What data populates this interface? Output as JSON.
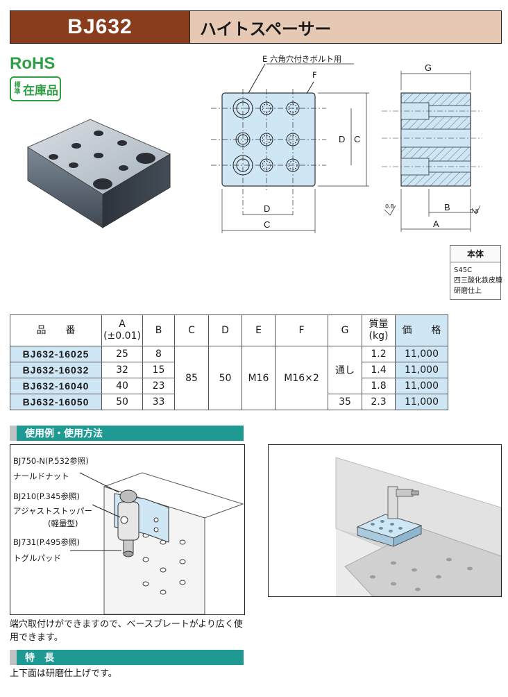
{
  "header": {
    "model": "BJ632",
    "name": "ハイトスペーサー"
  },
  "badges": {
    "rohs": "RoHS",
    "standard_small": "標準",
    "standard_big": "在庫品"
  },
  "drawing": {
    "label_e": "E 六角穴付きボルト用",
    "label_f": "F",
    "label_g": "G",
    "label_a": "A",
    "label_b": "B",
    "label_c": "C",
    "label_d": "D",
    "label_c2": "C",
    "label_d2": "D",
    "roughness": "0.8"
  },
  "material": {
    "header": "本体",
    "lines": [
      "S45C",
      "四三酸化鉄皮膜",
      "研磨仕上"
    ]
  },
  "table": {
    "headers": {
      "part": "品　　番",
      "a": "A",
      "a_tol": "(±0.01)",
      "b": "B",
      "c": "C",
      "d": "D",
      "e": "E",
      "f": "F",
      "g": "G",
      "mass": "質量",
      "mass_unit": "(kg)",
      "price": "価　　格"
    },
    "shared": {
      "c": "85",
      "d": "50",
      "e": "M16",
      "f": "M16×2",
      "g_through": "通し"
    },
    "rows": [
      {
        "part": "BJ632-16025",
        "a": "25",
        "b": "8",
        "g": "",
        "mass": "1.2",
        "price": "11,000"
      },
      {
        "part": "BJ632-16032",
        "a": "32",
        "b": "15",
        "g": "",
        "mass": "1.4",
        "price": "11,000"
      },
      {
        "part": "BJ632-16040",
        "a": "40",
        "b": "23",
        "g": "",
        "mass": "1.8",
        "price": "11,000"
      },
      {
        "part": "BJ632-16050",
        "a": "50",
        "b": "33",
        "g": "35",
        "mass": "2.3",
        "price": "11,000"
      }
    ]
  },
  "usage": {
    "title": "使用例・使用方法",
    "labels": [
      {
        "l1": "BJ750-N(P.532参照)",
        "l2": "ナールドナット"
      },
      {
        "l1": "BJ210(P.345参照)",
        "l2": "アジャストストッパー",
        "l3": "(軽量型)"
      },
      {
        "l1": "BJ731(P.495参照)",
        "l2": "トグルパッド"
      }
    ],
    "note": "端穴取付けができますので、ベースプレートがより広く使用できます。"
  },
  "features": {
    "title": "特　長",
    "text": "上下面は研磨仕上げです。"
  }
}
